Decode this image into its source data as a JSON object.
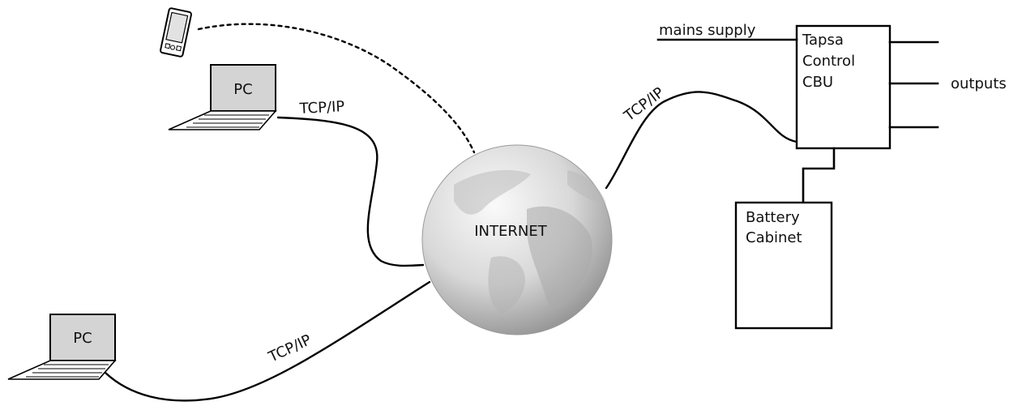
{
  "nodes": {
    "pc_top": "PC",
    "pc_bottom": "PC",
    "internet": "INTERNET",
    "cbu": [
      "Tapsa",
      "Control",
      "CBU"
    ],
    "battery": [
      "Battery",
      "Cabinet"
    ]
  },
  "links": {
    "top_pc": "TCP/IP",
    "bottom_pc": "TCP/IP",
    "cbu": "TCP/IP"
  },
  "wiring": {
    "mains": "mains supply",
    "outputs": "outputs"
  },
  "colors": {
    "line": "#000000",
    "globe_light": "#f4f4f4",
    "globe_dark": "#9a9a9a",
    "screen": "#d4d4d4"
  },
  "icons": [
    "smartphone-icon",
    "laptop-icon",
    "globe-icon"
  ]
}
